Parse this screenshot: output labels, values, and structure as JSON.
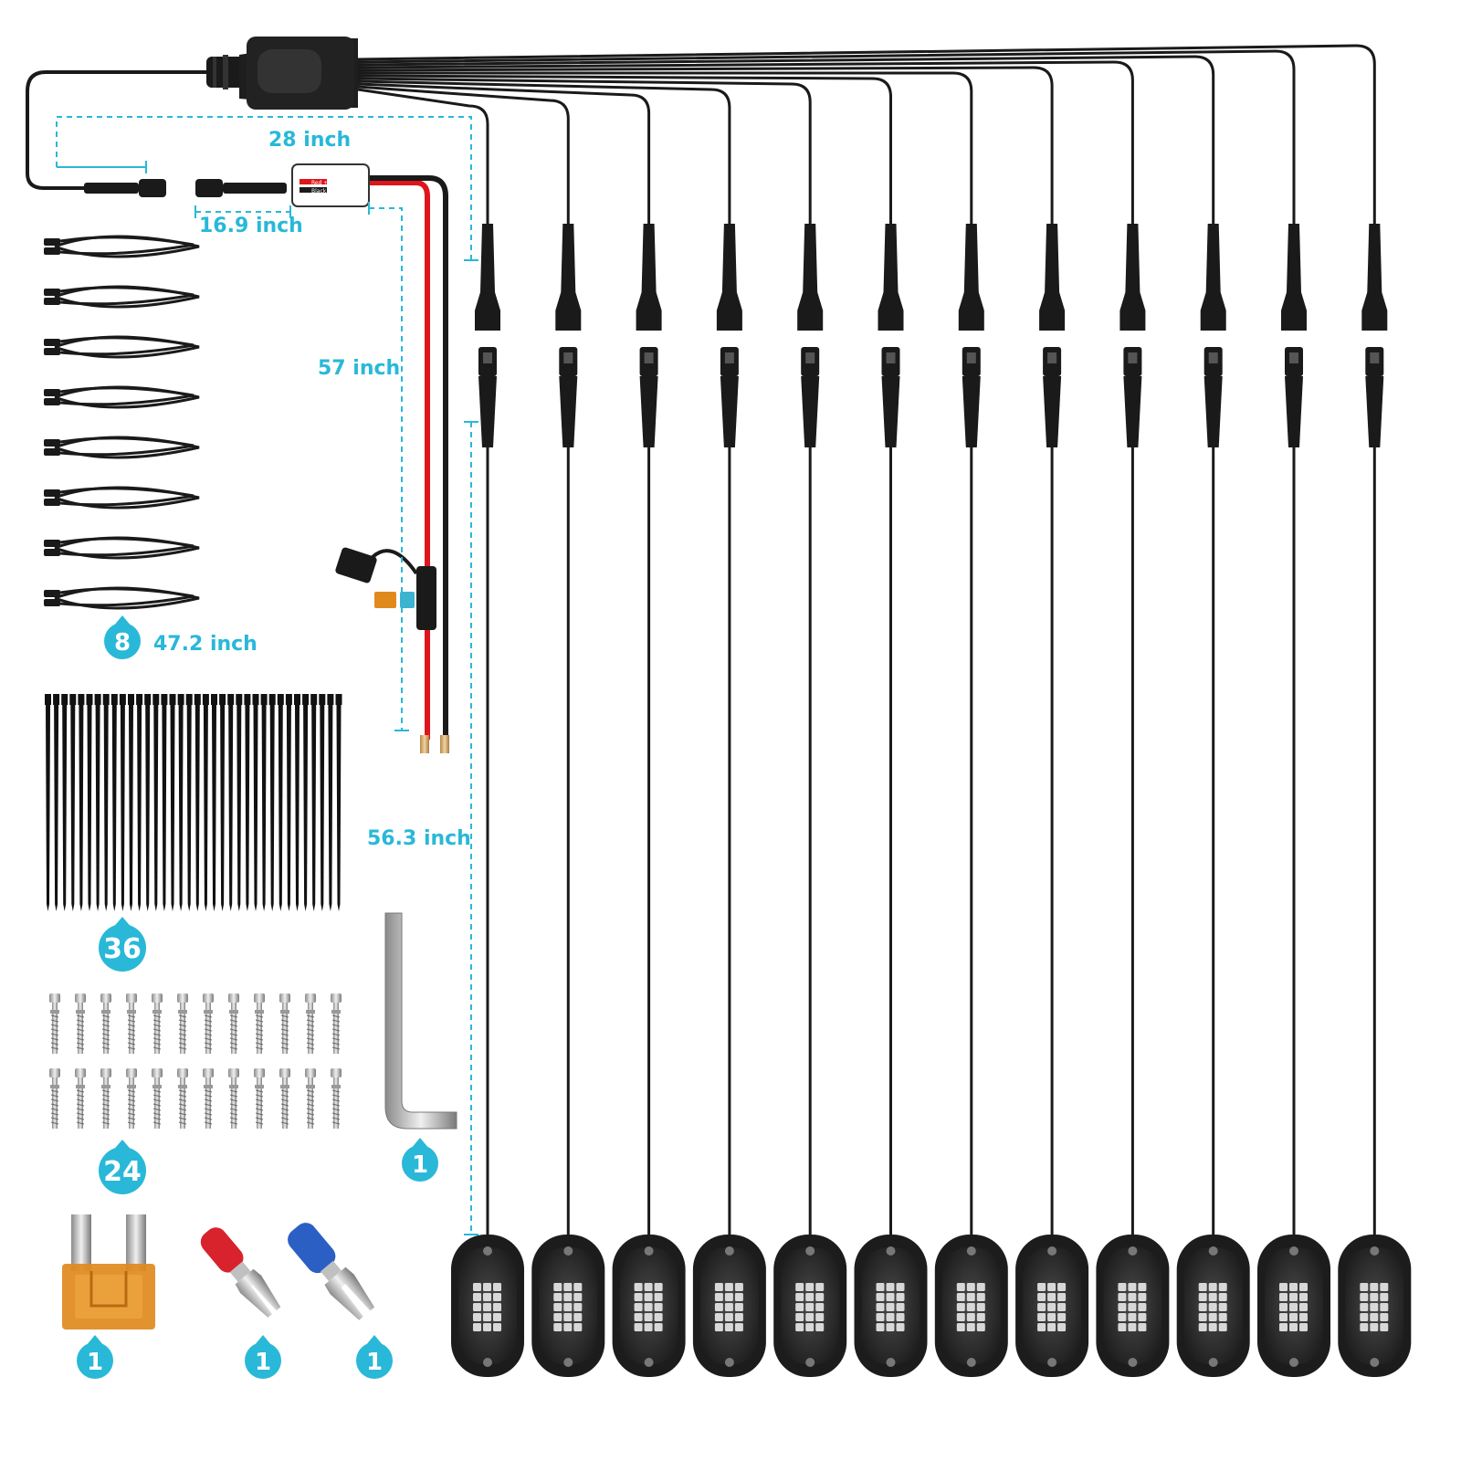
{
  "colors": {
    "accent": "#29b8d8",
    "cable": "#1a1a1a",
    "red_wire": "#e0141b",
    "fuse": "#e08a1e",
    "terminal_red": "#d8222c",
    "terminal_blue": "#2b5fc4",
    "pod_body": "#2a2a2a"
  },
  "dimensions": {
    "controller_cable": "28 inch",
    "switch_lead": "16.9 inch",
    "power_lead": "57 inch",
    "light_lead": "56.3 inch",
    "extension_cable": "47.2 inch"
  },
  "counts": {
    "extension_cables": "8",
    "zip_ties": "36",
    "screws": "24",
    "hex_key": "1",
    "fuse": "1",
    "terminal_red": "1",
    "terminal_blue": "1"
  },
  "components": {
    "rock_lights": 12,
    "extension_cables": 8,
    "zip_ties": 36,
    "screws": 24
  },
  "switch_box": {
    "line1": "Red +",
    "line2": "Black -"
  }
}
